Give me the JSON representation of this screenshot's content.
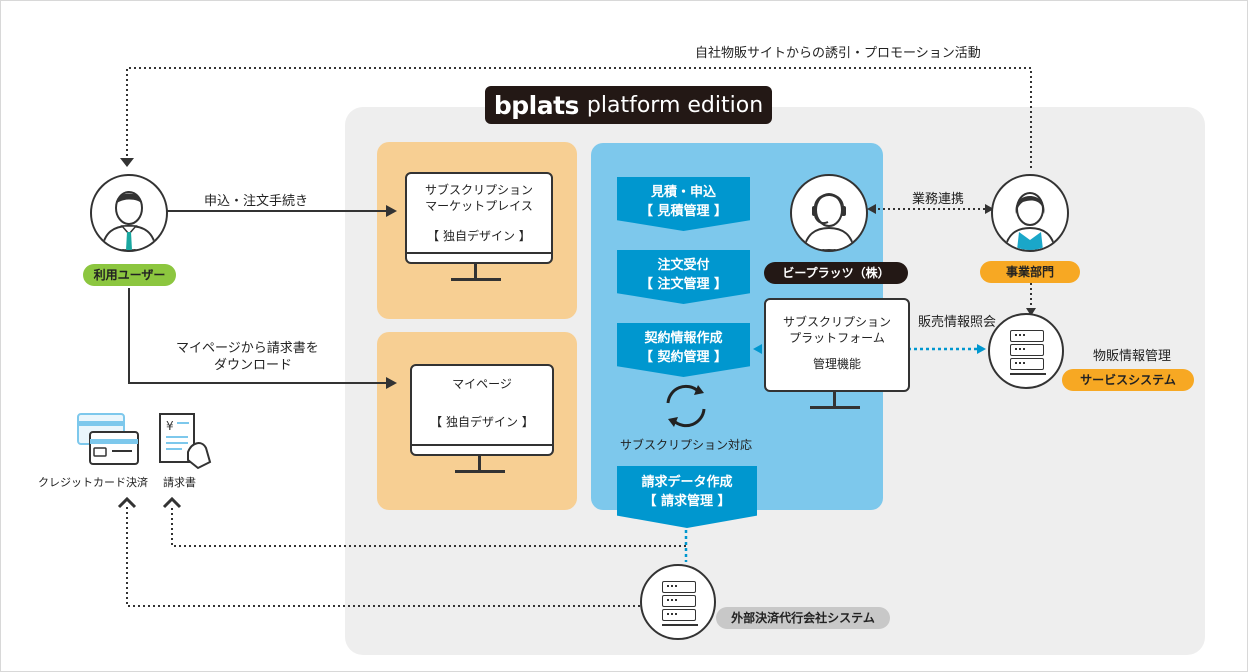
{
  "header": {
    "top_flow_label": "自社物販サイトからの誘引・プロモーション活動",
    "product_brand": "bplats",
    "product_edition": "platform edition"
  },
  "users": {
    "user_badge": "利用ユーザー",
    "apply_label": "申込・注文手続き",
    "mypage_label_line1": "マイページから請求書を",
    "mypage_label_line2": "ダウンロード"
  },
  "marketplace": {
    "line1": "サブスクリプション",
    "line2": "マーケットプレイス",
    "design": "【 独自デザイン 】"
  },
  "mypage": {
    "title": "マイページ",
    "design": "【 独自デザイン 】"
  },
  "flow_steps": [
    {
      "line1": "見積・申込",
      "line2": "【 見積管理 】"
    },
    {
      "line1": "注文受付",
      "line2": "【 注文管理 】"
    },
    {
      "line1": "契約情報作成",
      "line2": "【 契約管理 】"
    },
    {
      "line1": "請求データ作成",
      "line2": "【 請求管理 】"
    }
  ],
  "cycle_label": "サブスクリプション対応",
  "bplats_company": {
    "badge": "ビープラッツ（株）",
    "platform_line1": "サブスクリプション",
    "platform_line2": "プラットフォーム",
    "platform_func": "管理機能"
  },
  "business": {
    "link_label": "業務連携",
    "badge": "事業部門",
    "sales_info_label": "販売情報照会",
    "sales_mgmt_label": "物販情報管理",
    "service_badge": "サービスシステム"
  },
  "payment": {
    "credit_label": "クレジットカード決済",
    "invoice_label": "請求書",
    "yen_symbol": "¥",
    "external_badge": "外部決済代行会社システム"
  },
  "colors": {
    "panel_gray": "#eeeeee",
    "orange": "#f7cf93",
    "light_blue": "#7dc8ec",
    "step_blue": "#0097cf",
    "green_badge": "#8cc63f",
    "orange_badge": "#f7a823",
    "dark": "#231815"
  }
}
